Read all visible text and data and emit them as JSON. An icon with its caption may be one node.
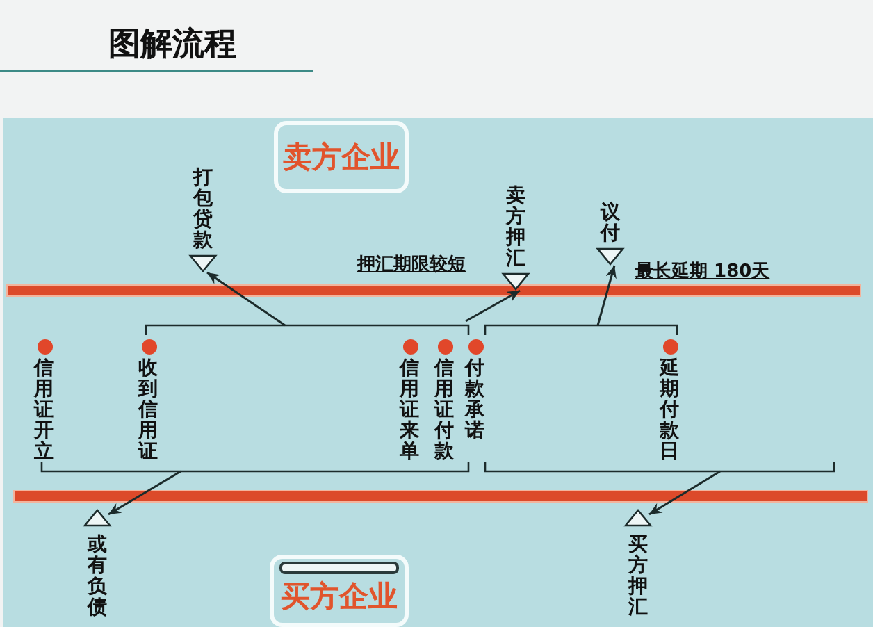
{
  "diagram": {
    "title": "图解流程",
    "nodes": [
      {
        "text": [
          "卖方企业"
        ]
      },
      {
        "text": [
          "买方企业"
        ]
      },
      {
        "text": [
          "打包贷款"
        ]
      },
      {
        "text": [
          "卖方押汇"
        ]
      },
      {
        "text": [
          "议付"
        ]
      },
      {
        "text": [
          "或有负债"
        ]
      },
      {
        "text": [
          "买方押汇"
        ]
      }
    ],
    "edges": [
      {
        "from": null,
        "to": 2,
        "arrow": "to"
      },
      {
        "from": null,
        "to": 3,
        "arrow": "to"
      },
      {
        "from": null,
        "to": 4,
        "arrow": "to"
      },
      {
        "from": null,
        "to": 5,
        "arrow": "to"
      },
      {
        "from": null,
        "to": 6,
        "arrow": "to"
      }
    ],
    "labels": [
      "押汇期限较短",
      "最长延期 180天",
      "信用证开立",
      "收到信用证",
      "信用证来单",
      "信用证付款",
      "付款承诺",
      "延期付款日"
    ]
  }
}
